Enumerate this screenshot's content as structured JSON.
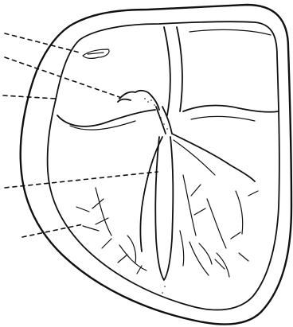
{
  "diagram": {
    "style": "line drawing",
    "ink_color": "#111111",
    "background_color": "#ffffff",
    "leader_line_count": 5,
    "leader_style": "dashed",
    "leader_labels": []
  }
}
